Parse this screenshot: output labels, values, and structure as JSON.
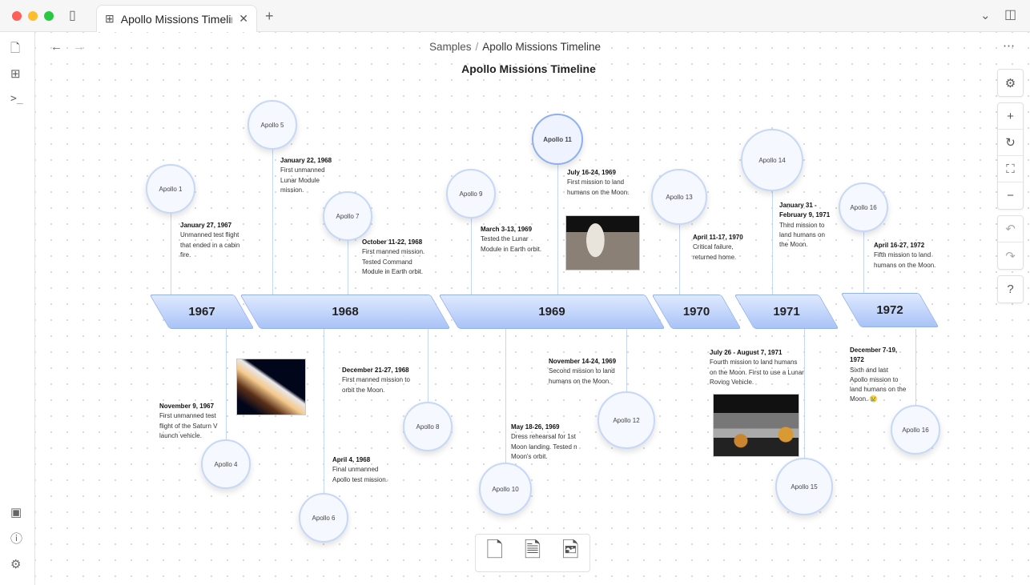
{
  "window": {
    "tab_title": "Apollo Missions Timeline"
  },
  "breadcrumb": {
    "parent": "Samples",
    "separator": "/",
    "current": "Apollo Missions Timeline"
  },
  "diagram_title": "Apollo Missions Timeline",
  "years": [
    "1967",
    "1968",
    "1969",
    "1970",
    "1971",
    "1972"
  ],
  "missions": [
    {
      "label": "Apollo 1",
      "date": "January 27, 1967",
      "desc": "Unmanned test flight that ended in a cabin fire."
    },
    {
      "label": "Apollo 4",
      "date": "November 9, 1967",
      "desc": "First unmanned test flight of the Saturn V launch vehicle."
    },
    {
      "label": "Apollo 5",
      "date": "January 22, 1968",
      "desc": "First unmanned Lunar Module mission."
    },
    {
      "label": "Apollo 6",
      "date": "April 4, 1968",
      "desc": "Final unmanned Apollo test mission."
    },
    {
      "label": "Apollo 7",
      "date": "October 11-22, 1968",
      "desc": "First manned mission. Tested Command Module in Earth orbit."
    },
    {
      "label": "Apollo 8",
      "date": "December 21-27, 1968",
      "desc": "First manned mission to orbit the Moon."
    },
    {
      "label": "Apollo 9",
      "date": "March 3-13, 1969",
      "desc": "Tested the Lunar Module in Earth orbit."
    },
    {
      "label": "Apollo 10",
      "date": "May 18-26, 1969",
      "desc": "Dress rehearsal for 1st Moon landing. Tested n Moon's orbit."
    },
    {
      "label": "Apollo 11",
      "date": "July 16-24, 1969",
      "desc": "First mission to land humans on the Moon."
    },
    {
      "label": "Apollo 12",
      "date": "November 14-24, 1969",
      "desc": "Second mission to land humans on the Moon."
    },
    {
      "label": "Apollo 13",
      "date": "April 11-17, 1970",
      "desc": "Critical failure, returned home."
    },
    {
      "label": "Apollo 14",
      "date": "January 31 - February 9, 1971",
      "desc": "Third mission to land humans on the Moon."
    },
    {
      "label": "Apollo 15",
      "date": "July 26 - August 7, 1971",
      "desc": "Fourth mission to land humans on the Moon. First to use a Lunar Roving Vehicle."
    },
    {
      "label": "Apollo 16",
      "date": "April 16-27, 1972",
      "desc": "Fifth mission to land humans on the Moon."
    },
    {
      "label": "Apollo 16",
      "date": "December 7-19, 1972",
      "desc": "Sixth and last Apollo mission to land humans on the Moon. 😢"
    }
  ],
  "colors": {
    "accent": "#a9c3f7",
    "border": "#c6d7f7"
  }
}
